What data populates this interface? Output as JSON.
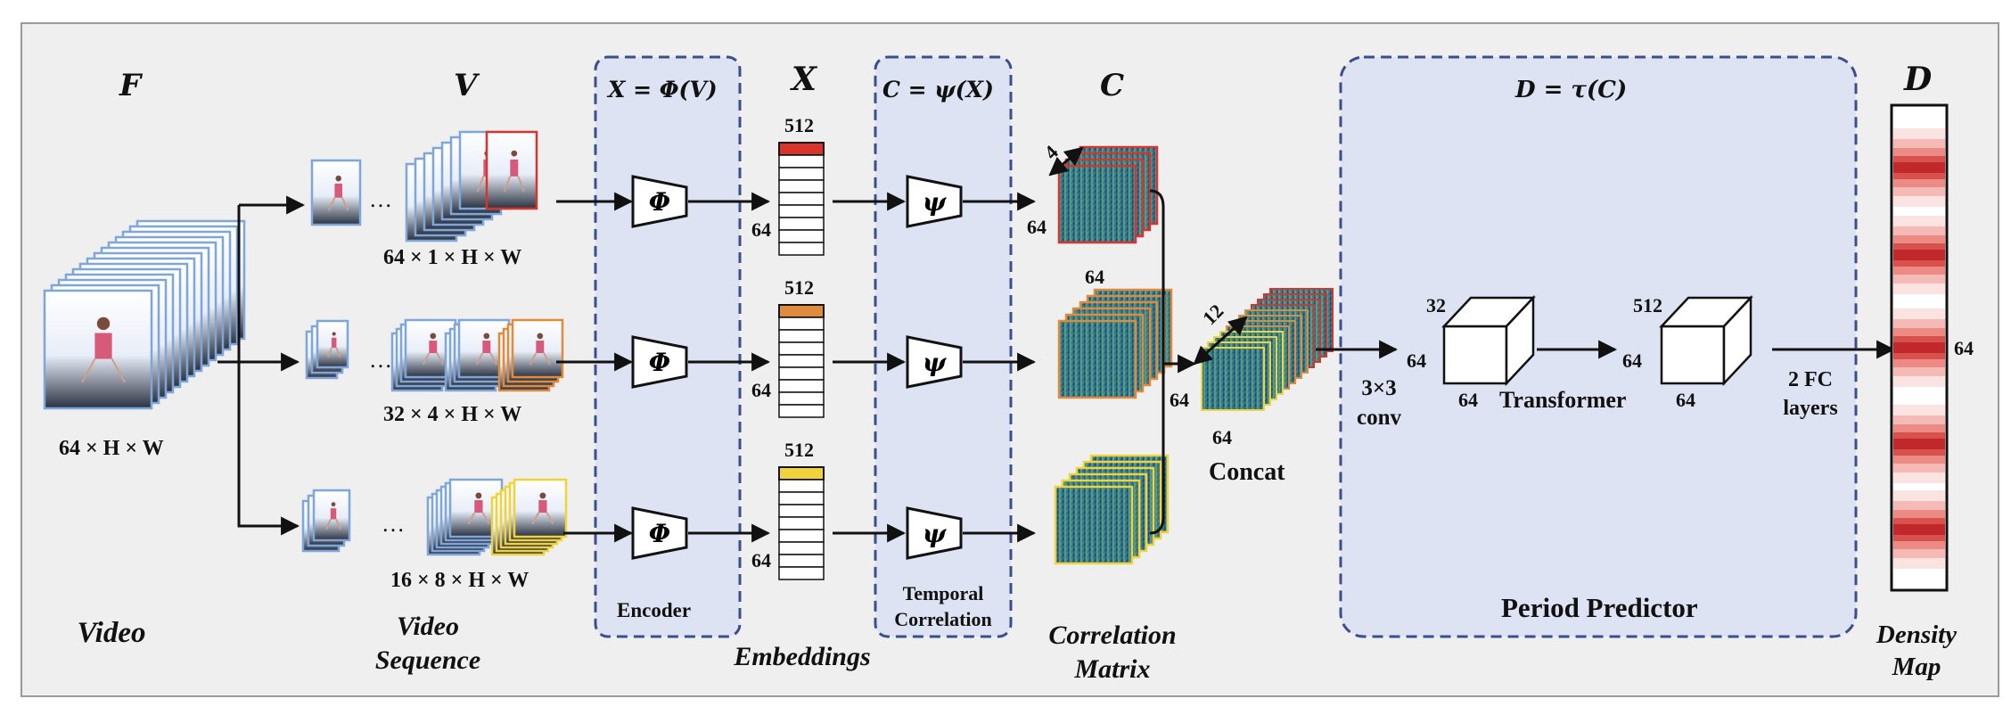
{
  "symbols": {
    "f": "F",
    "v": "V",
    "x": "X",
    "c": "C",
    "d": "D",
    "encoder_eq": "X = Φ(V)",
    "correlation_eq": "C = ψ(X)",
    "predictor_eq": "D = τ(C)",
    "phi": "Φ",
    "psi": "ψ"
  },
  "captions": {
    "video": "Video",
    "video_sequence": "Video Sequence",
    "embeddings": "Embeddings",
    "correlation_matrix": "Correlation Matrix",
    "density_map": "Density Map"
  },
  "boxes": {
    "encoder": "Encoder",
    "temporal_correlation": "Temporal Correlation",
    "period_predictor": "Period Predictor"
  },
  "dims": {
    "video": "64 × H × W",
    "seq1": "64 × 1 × H × W",
    "seq2": "32 × 4 × H × W",
    "seq3": "16 × 8 × H × W",
    "emb_width": "512",
    "emb_len": "64",
    "corr_depth": "4",
    "corr_size": "64",
    "concat_depth": "12",
    "concat_size": "64",
    "cube1_depth": "32",
    "cube1_size": "64",
    "cube2_depth": "512",
    "cube2_size": "64",
    "density_len": "64"
  },
  "ops": {
    "concat": "Concat",
    "conv": "3×3 conv",
    "transformer": "Transformer",
    "fc": "2 FC layers"
  },
  "colors": {
    "panel_bg": "#efefef",
    "box_fill": "#dde3f3",
    "box_border": "#3a4f8c",
    "frame_blue": "#7fa6d8",
    "seq1_accent": "#d9342b",
    "seq2_accent": "#e08a3c",
    "seq3_accent": "#f0d23a",
    "density_red": "#c0282c"
  }
}
